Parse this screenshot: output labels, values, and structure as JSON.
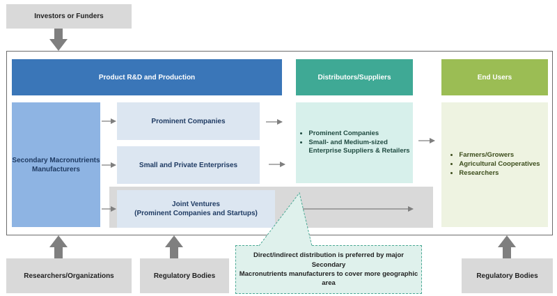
{
  "top": {
    "investors_label": "Investors or Funders"
  },
  "headers": {
    "rd_production": "Product R&D and Production",
    "distributors": "Distributors/Suppliers",
    "end_users": "End Users"
  },
  "manufacturers": {
    "label_line1": "Secondary Macronutrients",
    "label_line2": "Manufacturers"
  },
  "companies": {
    "prominent": "Prominent Companies",
    "small_private": "Small and Private Enterprises",
    "joint_ventures_line1": "Joint Ventures",
    "joint_ventures_line2": "(Prominent Companies and Startups)"
  },
  "distributors_list": {
    "item1": "Prominent Companies",
    "item2_line1": "Small- and Medium-sized",
    "item2_line2": "Enterprise Suppliers & Retailers"
  },
  "end_users_list": {
    "item1": "Farmers/Growers",
    "item2": "Agricultural Cooperatives",
    "item3": "Researchers"
  },
  "bottom": {
    "researchers": "Researchers/Organizations",
    "regulatory_left": "Regulatory Bodies",
    "regulatory_right": "Regulatory Bodies"
  },
  "callout": {
    "line1": "Direct/indirect distribution is preferred by major Secondary",
    "line2": "Macronutrients manufacturers to cover more geographic area"
  },
  "colors": {
    "rd_header": "#3a76b8",
    "distributor_header": "#3fa995",
    "end_user_header": "#9bbd54",
    "arrow_grey": "#7f7f7f"
  }
}
